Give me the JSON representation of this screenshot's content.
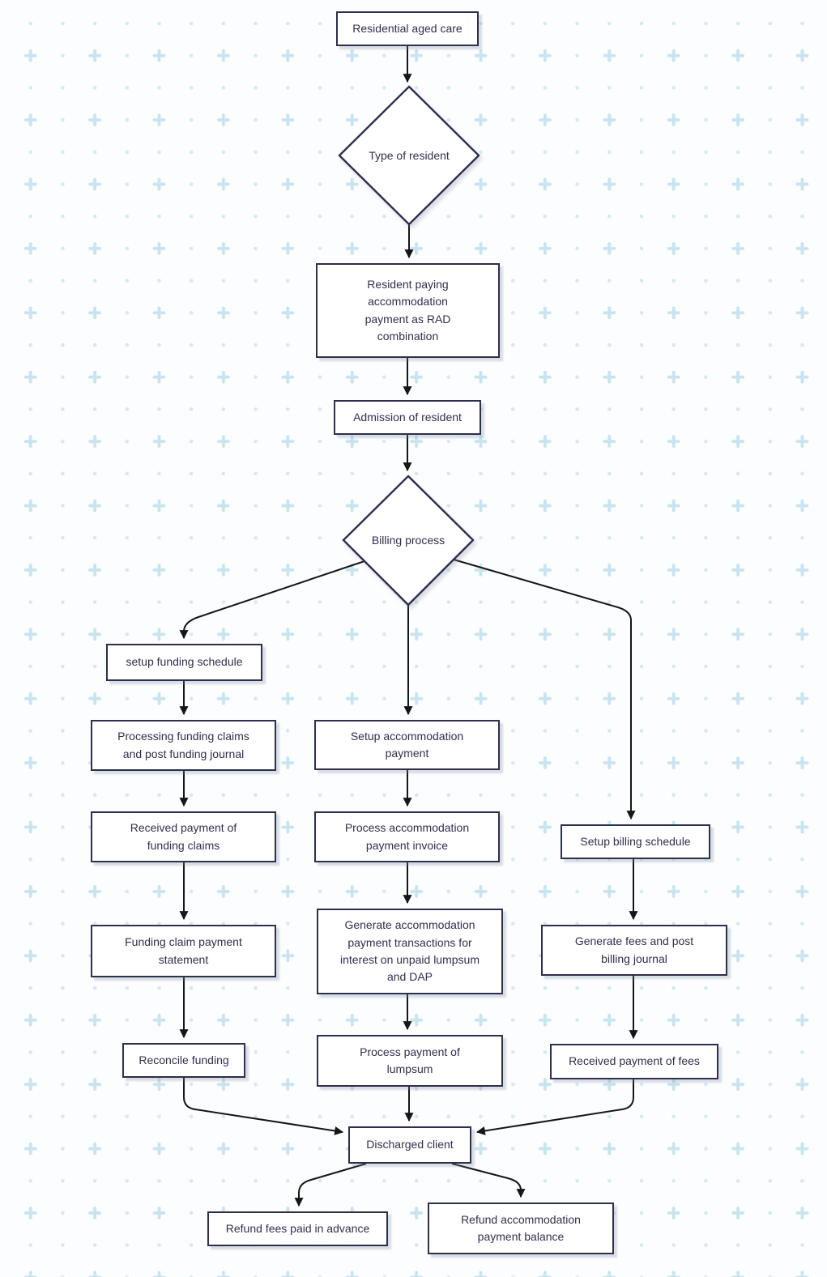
{
  "diagram_type": "flowchart",
  "nodes": {
    "start": {
      "label": "Residential aged care"
    },
    "type_of_resident": {
      "label": "Type of resident",
      "shape": "decision"
    },
    "rad": {
      "label": "Resident paying accommodation payment as RAD combination"
    },
    "admission": {
      "label": "Admission of resident"
    },
    "billing": {
      "label": "Billing process",
      "shape": "decision"
    },
    "setup_funding": {
      "label": "setup funding schedule"
    },
    "processing_claims": {
      "label": "Processing funding claims and post funding journal"
    },
    "received_funding": {
      "label": "Received payment of funding claims"
    },
    "funding_statement": {
      "label": "Funding claim payment statement"
    },
    "reconcile": {
      "label": "Reconcile funding"
    },
    "setup_accom": {
      "label": "Setup accommodation payment"
    },
    "process_invoice": {
      "label": "Process accommodation payment invoice"
    },
    "generate_accom": {
      "label": "Generate accommodation payment transactions for interest on unpaid lumpsum and DAP"
    },
    "process_lumpsum": {
      "label": "Process payment of lumpsum"
    },
    "setup_billing": {
      "label": "Setup billing schedule"
    },
    "generate_fees": {
      "label": "Generate fees and post billing journal"
    },
    "received_fees": {
      "label": "Received payment of fees"
    },
    "discharged": {
      "label": "Discharged client"
    },
    "refund_fees": {
      "label": "Refund fees paid in advance"
    },
    "refund_accom": {
      "label": "Refund accommodation payment balance"
    }
  },
  "edges": [
    {
      "from": "start",
      "to": "type_of_resident"
    },
    {
      "from": "type_of_resident",
      "to": "rad"
    },
    {
      "from": "rad",
      "to": "admission"
    },
    {
      "from": "admission",
      "to": "billing"
    },
    {
      "from": "billing",
      "to": "setup_funding"
    },
    {
      "from": "billing",
      "to": "setup_accom"
    },
    {
      "from": "billing",
      "to": "setup_billing"
    },
    {
      "from": "setup_funding",
      "to": "processing_claims"
    },
    {
      "from": "processing_claims",
      "to": "received_funding"
    },
    {
      "from": "received_funding",
      "to": "funding_statement"
    },
    {
      "from": "funding_statement",
      "to": "reconcile"
    },
    {
      "from": "reconcile",
      "to": "discharged"
    },
    {
      "from": "setup_accom",
      "to": "process_invoice"
    },
    {
      "from": "process_invoice",
      "to": "generate_accom"
    },
    {
      "from": "generate_accom",
      "to": "process_lumpsum"
    },
    {
      "from": "process_lumpsum",
      "to": "discharged"
    },
    {
      "from": "setup_billing",
      "to": "generate_fees"
    },
    {
      "from": "generate_fees",
      "to": "received_fees"
    },
    {
      "from": "received_fees",
      "to": "discharged"
    },
    {
      "from": "discharged",
      "to": "refund_fees"
    },
    {
      "from": "discharged",
      "to": "refund_accom"
    }
  ],
  "colors": {
    "background": "#fbfdfe",
    "node_fill": "#ffffff",
    "node_border": "#2e2e4e",
    "text": "#2f2f4e",
    "edge_line": "#161616",
    "pattern_dot": "#d4eaf1",
    "pattern_plus": "#c8e4ee"
  }
}
